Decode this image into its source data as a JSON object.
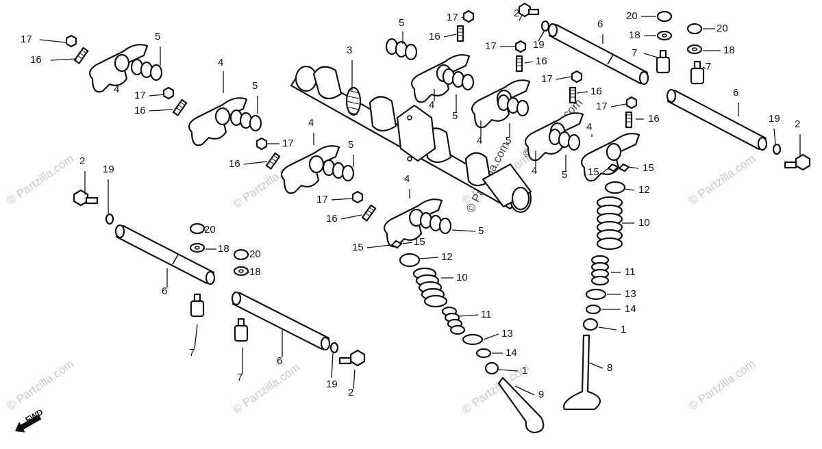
{
  "diagram": {
    "part_numbers": [
      "1",
      "2",
      "3",
      "4",
      "5",
      "6",
      "7",
      "8",
      "9",
      "10",
      "11",
      "12",
      "13",
      "14",
      "15",
      "16",
      "17",
      "18",
      "19",
      "20"
    ],
    "watermark": "© Partzilla.com",
    "direction_label": "FWD"
  }
}
